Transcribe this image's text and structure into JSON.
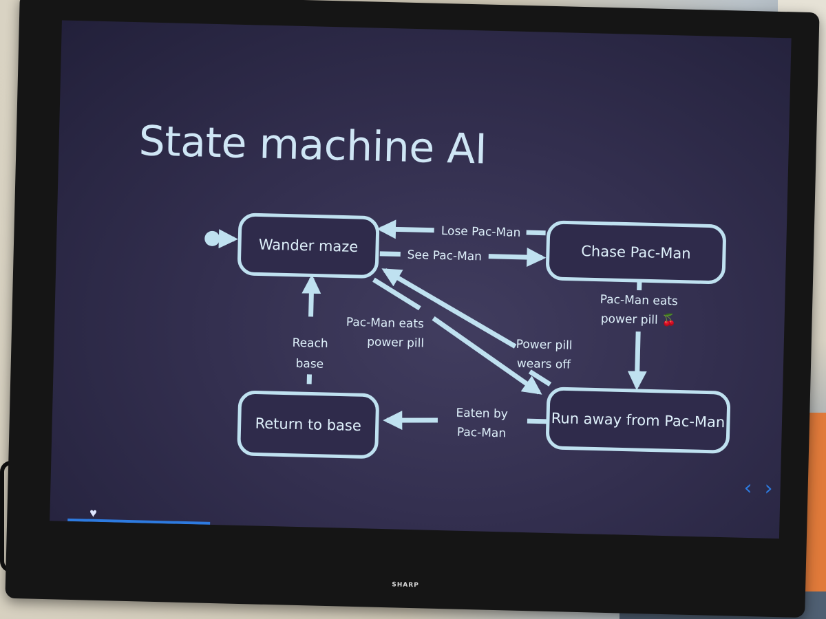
{
  "slide": {
    "title": "State machine AI",
    "progress": 0.2
  },
  "diagram": {
    "states": [
      {
        "id": "wander",
        "label": "Wander maze"
      },
      {
        "id": "chase",
        "label": "Chase Pac-Man"
      },
      {
        "id": "runaway",
        "label": "Run away from Pac-Man"
      },
      {
        "id": "return",
        "label": "Return to base"
      }
    ],
    "transitions": [
      {
        "from": "chase",
        "to": "wander",
        "lines": [
          "Lose Pac-Man"
        ]
      },
      {
        "from": "wander",
        "to": "chase",
        "lines": [
          "See Pac-Man"
        ]
      },
      {
        "from": "chase",
        "to": "runaway",
        "lines": [
          "Pac-Man eats",
          "power pill 🍒"
        ]
      },
      {
        "from": "wander",
        "to": "runaway",
        "lines": [
          "Pac-Man eats",
          "power pill"
        ]
      },
      {
        "from": "runaway",
        "to": "wander",
        "lines": [
          "Power pill",
          "wears off"
        ]
      },
      {
        "from": "runaway",
        "to": "return",
        "lines": [
          "Eaten by",
          "Pac-Man"
        ]
      },
      {
        "from": "return",
        "to": "wander",
        "lines": [
          "Reach",
          "base"
        ]
      }
    ]
  },
  "controls": {
    "prev_icon": "chevron-left-icon",
    "next_icon": "chevron-right-icon",
    "like_icon": "heart-icon",
    "prev_glyph": "‹",
    "next_glyph": "›",
    "heart_glyph": "♥"
  },
  "device": {
    "brand": "SHARP"
  },
  "colors": {
    "screen_bg": "#332f4f",
    "diagram_stroke": "#bfe1f0",
    "title_text": "#cfe6f5",
    "accent_blue": "#2d7be0"
  }
}
